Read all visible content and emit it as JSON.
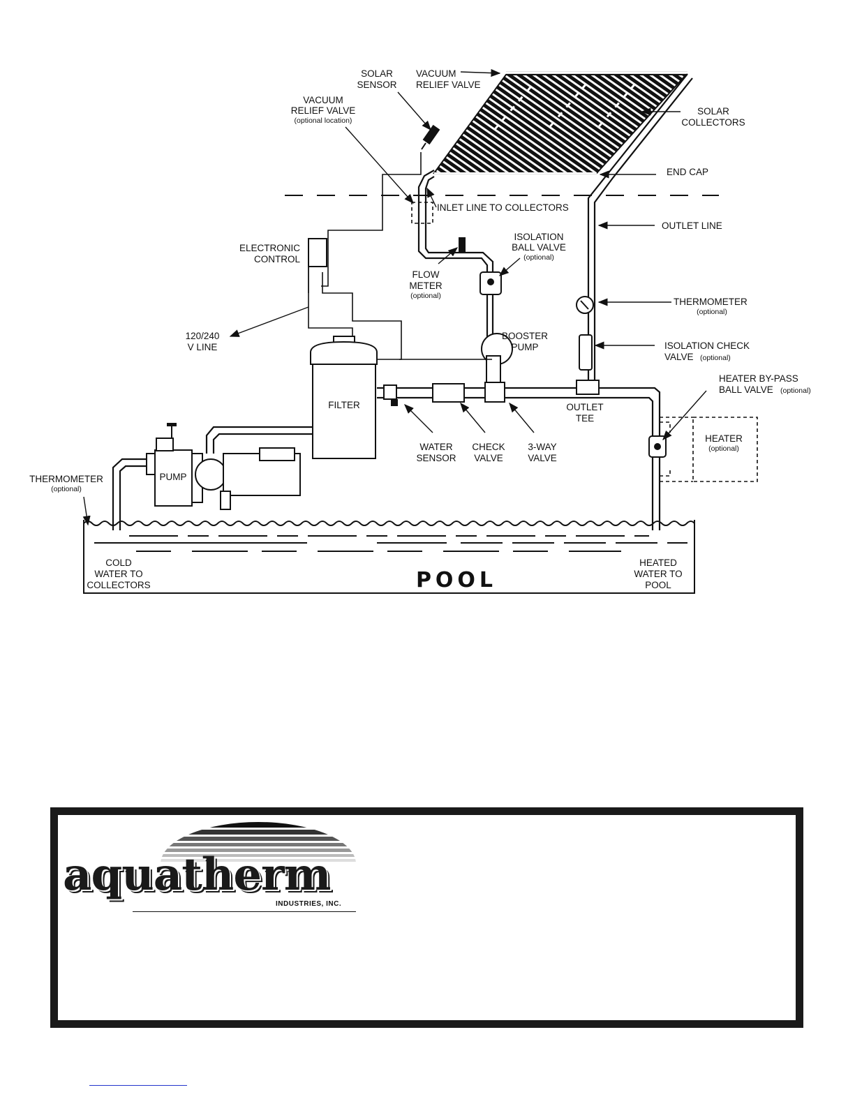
{
  "labels": {
    "solar_sensor": [
      "SOLAR",
      "SENSOR"
    ],
    "vacuum_relief_top": [
      "VACUUM",
      "RELIEF VALVE"
    ],
    "vacuum_relief_opt": [
      "VACUUM",
      "RELIEF VALVE"
    ],
    "vacuum_relief_opt_note": "(optional location)",
    "solar_collectors": [
      "SOLAR",
      "COLLECTORS"
    ],
    "end_cap": "END CAP",
    "inlet_line": "INLET LINE TO COLLECTORS",
    "outlet_line": "OUTLET LINE",
    "electronic_control": [
      "ELECTRONIC",
      "CONTROL"
    ],
    "isolation_ball_valve": [
      "ISOLATION",
      "BALL VALVE"
    ],
    "optional": "(optional)",
    "flow_meter": [
      "FLOW",
      "METER"
    ],
    "thermometer_right": "THERMOMETER",
    "v_line": [
      "120/240",
      "V LINE"
    ],
    "booster_pump": [
      "BOOSTER",
      "PUMP"
    ],
    "isolation_check_valve": [
      "ISOLATION CHECK",
      "VALVE"
    ],
    "heater_bypass": [
      "HEATER BY-PASS",
      "BALL VALVE"
    ],
    "filter": "FILTER",
    "outlet_tee": [
      "OUTLET",
      "TEE"
    ],
    "heater": "HEATER",
    "water_sensor": [
      "WATER",
      "SENSOR"
    ],
    "check_valve": [
      "CHECK",
      "VALVE"
    ],
    "three_way_valve": [
      "3-WAY",
      "VALVE"
    ],
    "pump": "PUMP",
    "thermometer_left": "THERMOMETER",
    "cold_water": [
      "COLD",
      "WATER TO",
      "COLLECTORS"
    ],
    "pool": "POOL",
    "heated_water": [
      "HEATED",
      "WATER TO",
      "POOL"
    ]
  },
  "logo": {
    "name": "aquatherm",
    "sub": "INDUSTRIES, INC."
  }
}
